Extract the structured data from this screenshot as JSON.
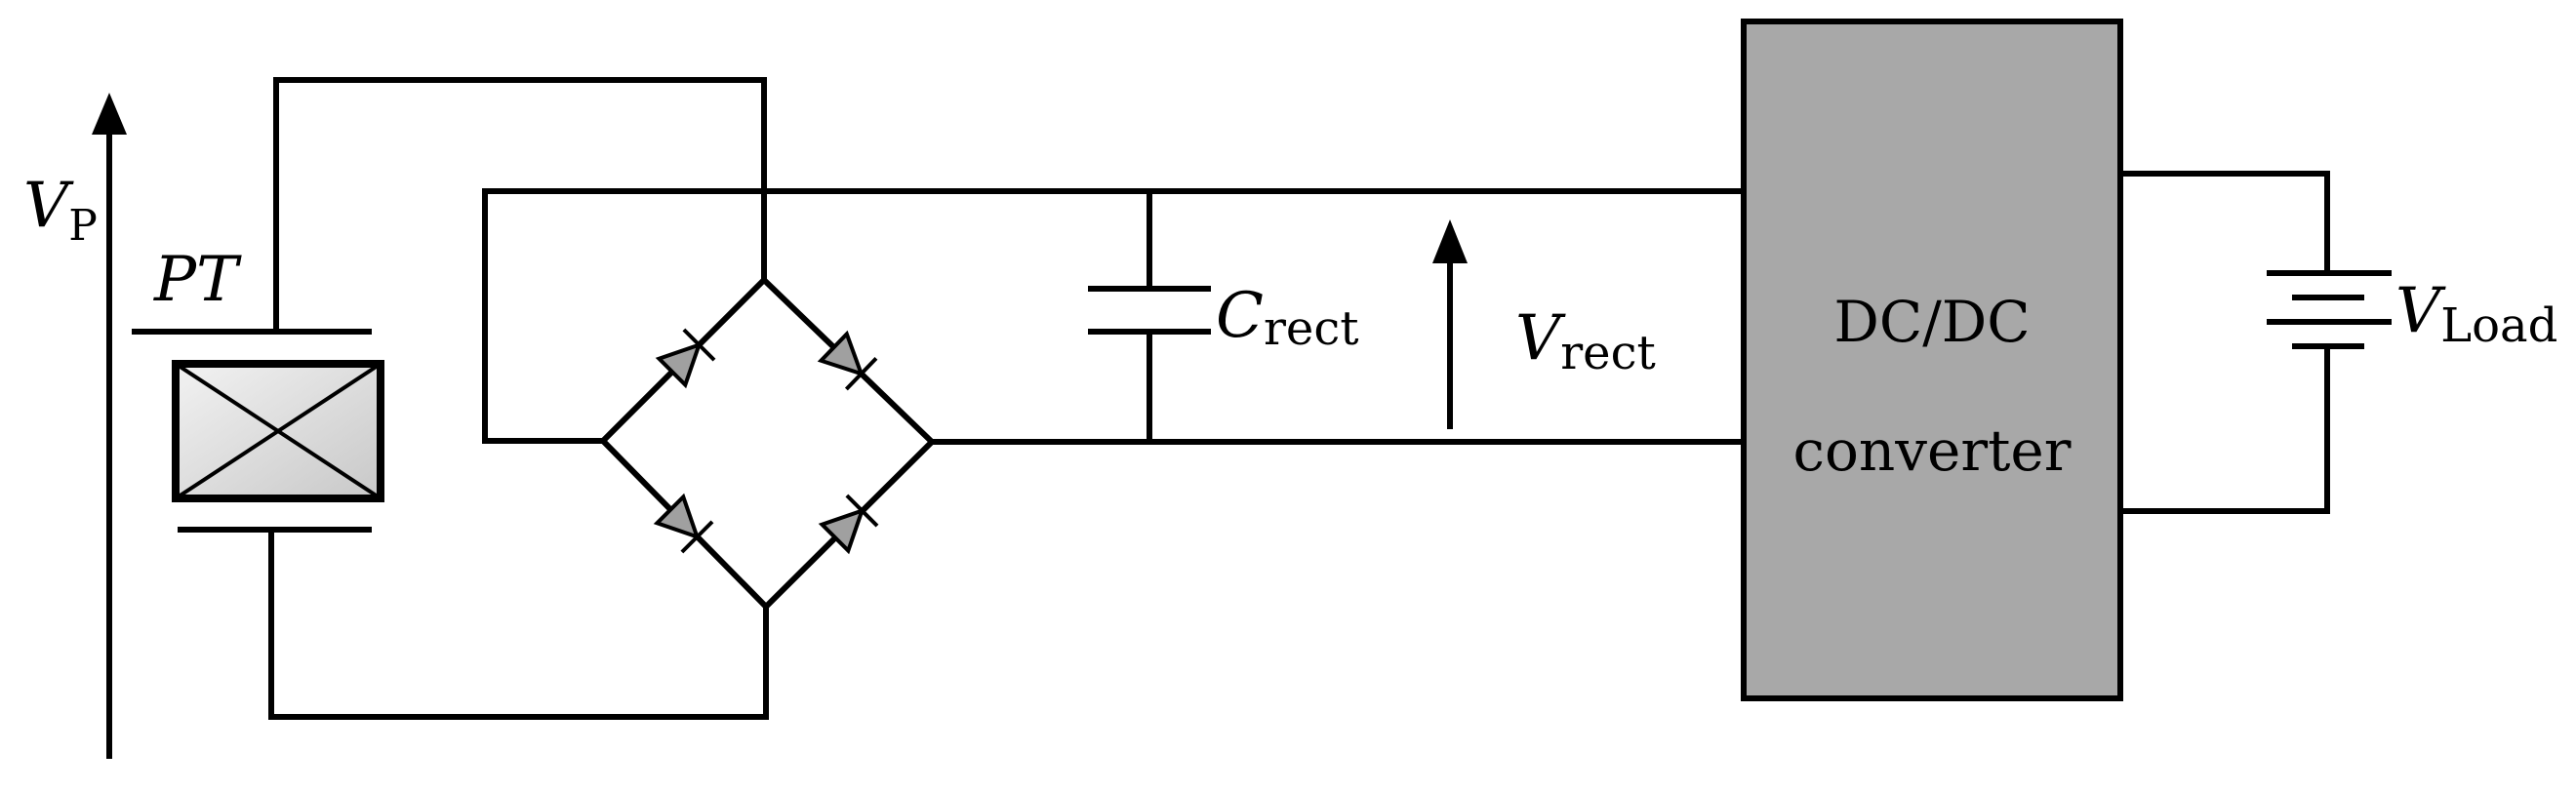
{
  "labels": {
    "vp_main": "V",
    "vp_sub": "P",
    "pt": "PT",
    "crect_main": "C",
    "crect_sub": "rect",
    "vrect_main": "V",
    "vrect_sub": "rect",
    "vload_main": "V",
    "vload_sub": "Load"
  },
  "converter": {
    "line1": "DC/DC",
    "line2": "converter"
  },
  "colors": {
    "converter_fill": "#a8a8a8",
    "pt_fill": "#dcdcdc",
    "diode_fill": "#a0a0a0",
    "wire": "#000000"
  }
}
